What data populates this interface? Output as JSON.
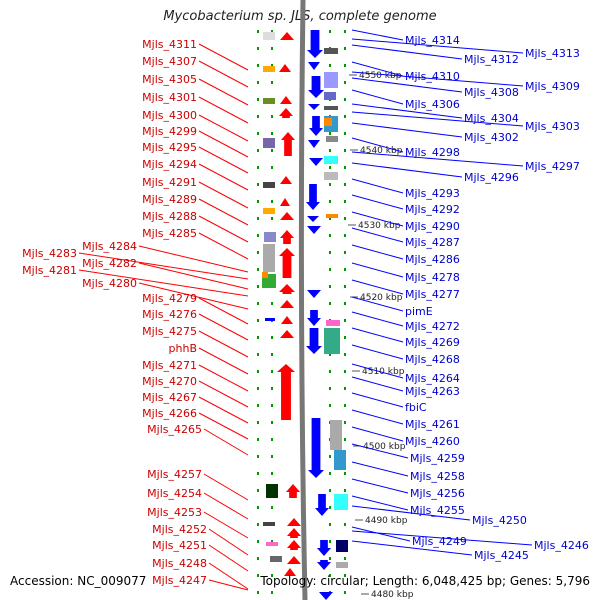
{
  "title": "Mycobacterium sp. JLS, complete genome",
  "footer": {
    "accession": "Accession: NC_009077",
    "summary": "Topology: circular; Length: 6,048,425 bp; Genes: 5,796"
  },
  "colors": {
    "left_label": "#cc0000",
    "right_label": "#0000cc",
    "axis": "#777777",
    "tick": "#009900"
  },
  "scale_labels": [
    "4550 kbp",
    "4540 kbp",
    "4530 kbp",
    "4520 kbp",
    "4510 kbp",
    "4500 kbp",
    "4490 kbp",
    "4480 kbp"
  ],
  "left_genes": [
    "Mjls_4311",
    "Mjls_4307",
    "Mjls_4305",
    "Mjls_4301",
    "Mjls_4300",
    "Mjls_4299",
    "Mjls_4295",
    "Mjls_4294",
    "Mjls_4291",
    "Mjls_4289",
    "Mjls_4288",
    "Mjls_4285",
    "Mjls_4284",
    "Mjls_4283",
    "Mjls_4282",
    "Mjls_4281",
    "Mjls_4280",
    "Mjls_4279",
    "Mjls_4276",
    "Mjls_4275",
    "phhB",
    "Mjls_4271",
    "Mjls_4270",
    "Mjls_4267",
    "Mjls_4266",
    "Mjls_4265",
    "Mjls_4257",
    "Mjls_4254",
    "Mjls_4253",
    "Mjls_4252",
    "Mjls_4251",
    "Mjls_4248",
    "Mjls_4247"
  ],
  "right_genes": [
    "Mjls_4314",
    "Mjls_4313",
    "Mjls_4312",
    "Mjls_4310",
    "Mjls_4309",
    "Mjls_4308",
    "Mjls_4306",
    "Mjls_4304",
    "Mjls_4303",
    "Mjls_4302",
    "Mjls_4298",
    "Mjls_4297",
    "Mjls_4296",
    "Mjls_4293",
    "Mjls_4292",
    "Mjls_4290",
    "Mjls_4287",
    "Mjls_4286",
    "Mjls_4278",
    "Mjls_4277",
    "pimE",
    "Mjls_4272",
    "Mjls_4269",
    "Mjls_4268",
    "Mjls_4264",
    "Mjls_4263",
    "fbiC",
    "Mjls_4261",
    "Mjls_4260",
    "Mjls_4259",
    "Mjls_4258",
    "Mjls_4256",
    "Mjls_4255",
    "Mjls_4250",
    "Mjls_4249",
    "Mjls_4246",
    "Mjls_4245"
  ]
}
